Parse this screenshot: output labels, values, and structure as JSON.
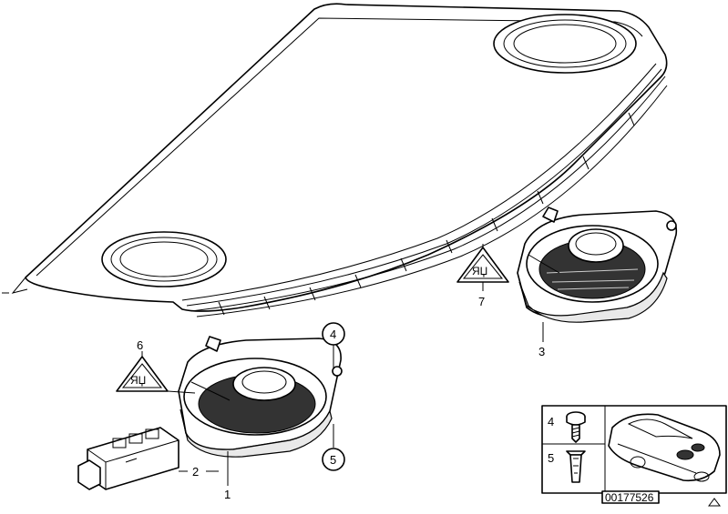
{
  "diagram": {
    "callouts": {
      "c1": "1",
      "c2": "2",
      "c3": "3",
      "c4": "4",
      "c5": "5",
      "c6": "6",
      "c7": "7"
    },
    "inset": {
      "label_4": "4",
      "label_5": "5"
    },
    "part_number": "00177526"
  }
}
